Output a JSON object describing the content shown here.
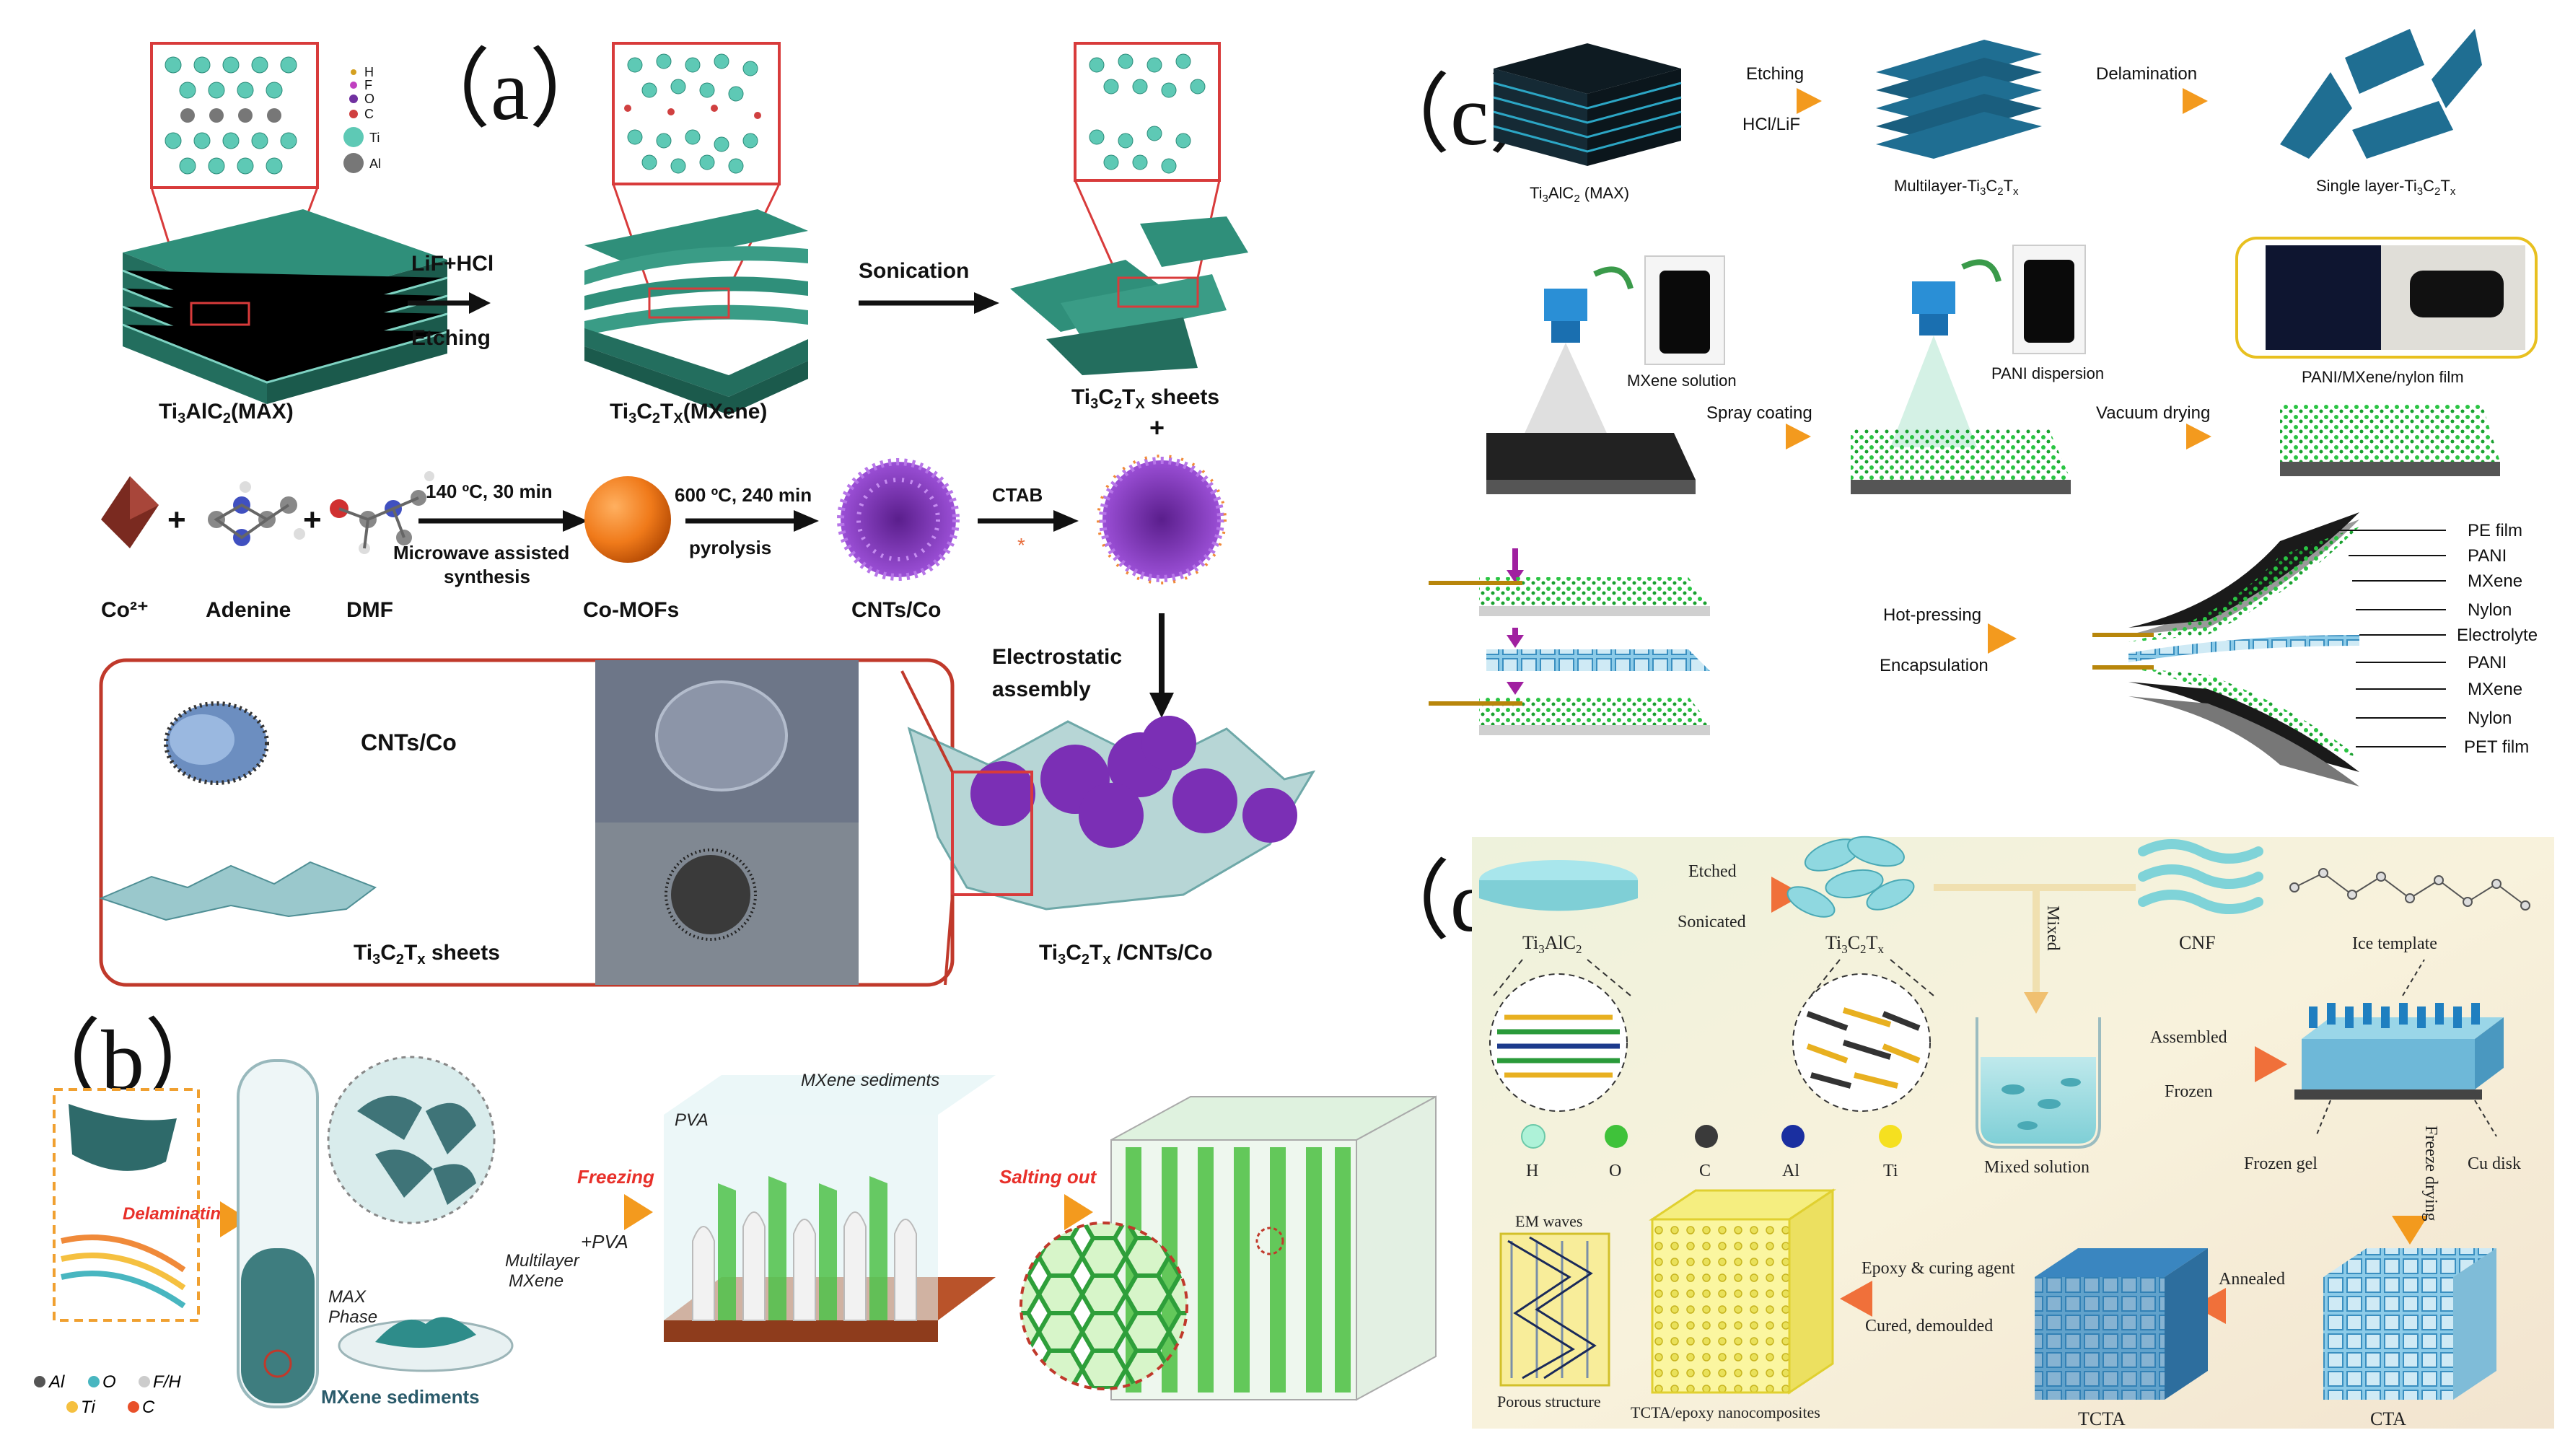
{
  "panels": {
    "a": {
      "label": "（a）",
      "legend": [
        "H",
        "F",
        "O",
        "C",
        "Ti",
        "Al"
      ],
      "max_label_html": "Ti3AlC2(MAX)",
      "max_label": [
        "Ti",
        "3",
        "AlC",
        "2",
        "(MAX)"
      ],
      "step1_top": "LiF+HCl",
      "step1_bottom": "Etching",
      "mxene_label": [
        "Ti",
        "3",
        "C",
        "2",
        "T",
        "X",
        "(MXene)"
      ],
      "step2": "Sonication",
      "sheets_label": [
        "Ti",
        "3",
        "C",
        "2",
        "T",
        "X",
        " sheets"
      ],
      "plus": "+",
      "co_label": "Co²⁺",
      "adenine": "Adenine",
      "dmf": "DMF",
      "cond1_top": "140 ºC, 30 min",
      "cond1_mid": "Microwave assisted",
      "cond1_bot": "synthesis",
      "comofs": "Co-MOFs",
      "cond2_top": "600 ºC, 240 min",
      "cond2_bot": "pyrolysis",
      "cnts_co": "CNTs/Co",
      "ctab": "CTAB",
      "electro1": "Electrostatic",
      "electro2": "assembly",
      "inset_cnts": "CNTs/Co",
      "inset_sheets": [
        "Ti",
        "3",
        "C",
        "2",
        "T",
        "x",
        " sheets"
      ],
      "final": [
        "Ti",
        "3",
        "C",
        "2",
        "T",
        "x",
        " /CNTs/Co"
      ]
    },
    "b": {
      "label": "（b）",
      "delaminating": "Delaminating",
      "max_phase": [
        "MAX",
        "Phase"
      ],
      "multilayer": [
        "Multilayer",
        "MXene"
      ],
      "sediments_bottom": "MXene sediments",
      "freezing": "Freezing",
      "pva_plus": "+PVA",
      "pva": "PVA",
      "sediments_top": "MXene sediments",
      "salting": "Salting out",
      "legend": [
        "Al",
        "O",
        "F/H",
        "Ti",
        "C"
      ]
    },
    "c": {
      "label": "（c）",
      "max": [
        "Ti",
        "3",
        "AlC",
        "2",
        " (MAX)"
      ],
      "etching": "Etching",
      "hcl": "HCl/LiF",
      "multilayer": [
        "Multilayer-Ti",
        "3",
        "C",
        "2",
        "T",
        "x"
      ],
      "delamination": "Delamination",
      "single": [
        "Single layer-Ti",
        "3",
        "C",
        "2",
        "T",
        "x"
      ],
      "mxene_solution": "MXene  solution",
      "spray": "Spray coating",
      "pani_dispersion": "PANI  dispersion",
      "vacuum": "Vacuum drying",
      "film": "PANI/MXene/nylon film",
      "hot": "Hot-pressing",
      "encap": "Encapsulation",
      "layers": [
        "PE film",
        "PANI",
        "MXene",
        "Nylon",
        "Electrolyte",
        "PANI",
        "MXene",
        "Nylon",
        "PET film"
      ]
    },
    "d": {
      "label": "（d）",
      "ti3alc2": [
        "Ti",
        "3",
        "AlC",
        "2"
      ],
      "etched": "Etched",
      "sonicated": "Sonicated",
      "ti3c2tx": [
        "Ti",
        "3",
        "C",
        "2",
        "T",
        "x"
      ],
      "mixed": "Mixed",
      "cnf": "CNF",
      "ice": "Ice template",
      "atoms": [
        "H",
        "O",
        "C",
        "Al",
        "Ti"
      ],
      "mixed_solution": "Mixed solution",
      "assembled": "Assembled",
      "frozen": "Frozen",
      "frozen_gel": "Frozen gel",
      "cu_disk": "Cu disk",
      "freeze_drying": "Freeze drying",
      "em": "EM waves",
      "epoxy": "Epoxy & curing agent",
      "cured": "Cured, demoulded",
      "annealed": "Annealed",
      "porous": "Porous structure",
      "tcta_epoxy": "TCTA/epoxy nanocomposites",
      "tcta": "TCTA",
      "cta": "CTA"
    }
  },
  "colors": {
    "mxene_teal": "#2e8b78",
    "mxene_dark": "#1f5d52",
    "cnt_purple": "#7b2fb5",
    "arrow_orange": "#f5a623",
    "inset_red": "#c0392b",
    "film_green": "#22c32e",
    "panel_d_bg": "#f4efd9",
    "frame_blue": "#2c7ab5",
    "tcta_blue": "#5a9ec9",
    "yellow_frame": "#e8c020"
  }
}
